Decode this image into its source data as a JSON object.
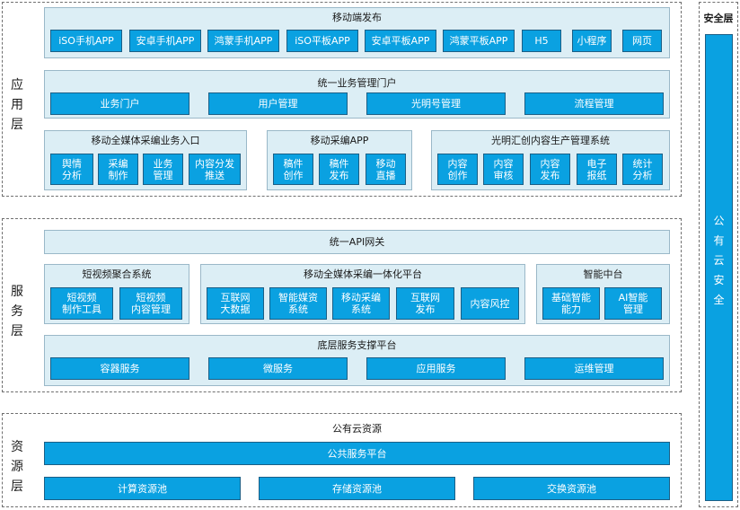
{
  "layers": {
    "app": "应\n用\n层",
    "service": "服\n务\n层",
    "resource": "资\n源\n层",
    "security": "安全层"
  },
  "security_bar": "公\n有\n云\n安\n全",
  "mobile_release": {
    "title": "移动端发布",
    "items": [
      "iSO手机APP",
      "安卓手机APP",
      "鸿蒙手机APP",
      "iSO平板APP",
      "安卓平板APP",
      "鸿蒙平板APP",
      "H5",
      "小程序",
      "网页"
    ]
  },
  "portal": {
    "title": "统一业务管理门户",
    "items": [
      "业务门户",
      "用户管理",
      "光明号管理",
      "流程管理"
    ]
  },
  "entry": {
    "title": "移动全媒体采编业务入口",
    "items": [
      "舆情\n分析",
      "采编\n制作",
      "业务\n管理",
      "内容分发\n推送"
    ]
  },
  "mobile_app": {
    "title": "移动采编APP",
    "items": [
      "稿件\n创作",
      "稿件\n发布",
      "移动\n直播"
    ]
  },
  "content_system": {
    "title": "光明汇创内容生产管理系统",
    "items": [
      "内容\n创作",
      "内容\n审核",
      "内容\n发布",
      "电子\n报纸",
      "统计\n分析"
    ]
  },
  "gateway": {
    "title": "统一API网关"
  },
  "short_video": {
    "title": "短视频聚合系统",
    "items": [
      "短视频\n制作工具",
      "短视频\n内容管理"
    ]
  },
  "platform": {
    "title": "移动全媒体采编一体化平台",
    "items": [
      "互联网\n大数据",
      "智能媒资\n系统",
      "移动采编\n系统",
      "互联网\n发布",
      "内容风控"
    ]
  },
  "ai_center": {
    "title": "智能中台",
    "items": [
      "基础智能\n能力",
      "AI智能\n管理"
    ]
  },
  "base_platform": {
    "title": "底层服务支撑平台",
    "items": [
      "容器服务",
      "微服务",
      "应用服务",
      "运维管理"
    ]
  },
  "resources": {
    "title": "公有云资源",
    "public_platform": "公共服务平台",
    "pools": [
      "计算资源池",
      "存储资源池",
      "交换资源池"
    ]
  }
}
